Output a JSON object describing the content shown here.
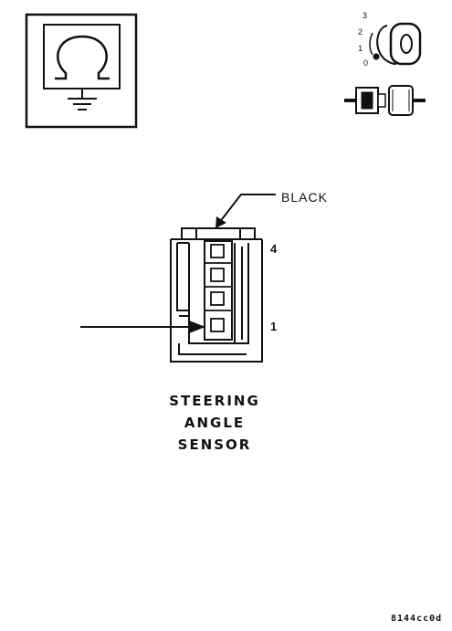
{
  "meter_icon": {
    "name": "ohmmeter-icon",
    "symbol": "Ω"
  },
  "ignition": {
    "positions": [
      "3",
      "2",
      "1",
      "0"
    ],
    "key_label": "0"
  },
  "connector": {
    "color_label": "BLACK",
    "cavity_count": 4,
    "pin_top_label": "4",
    "pin_bottom_label": "1",
    "highlighted_pin": 1
  },
  "component": {
    "title_lines": [
      "STEERING",
      "ANGLE",
      "SENSOR"
    ]
  },
  "figure_code": "8144cc0d"
}
